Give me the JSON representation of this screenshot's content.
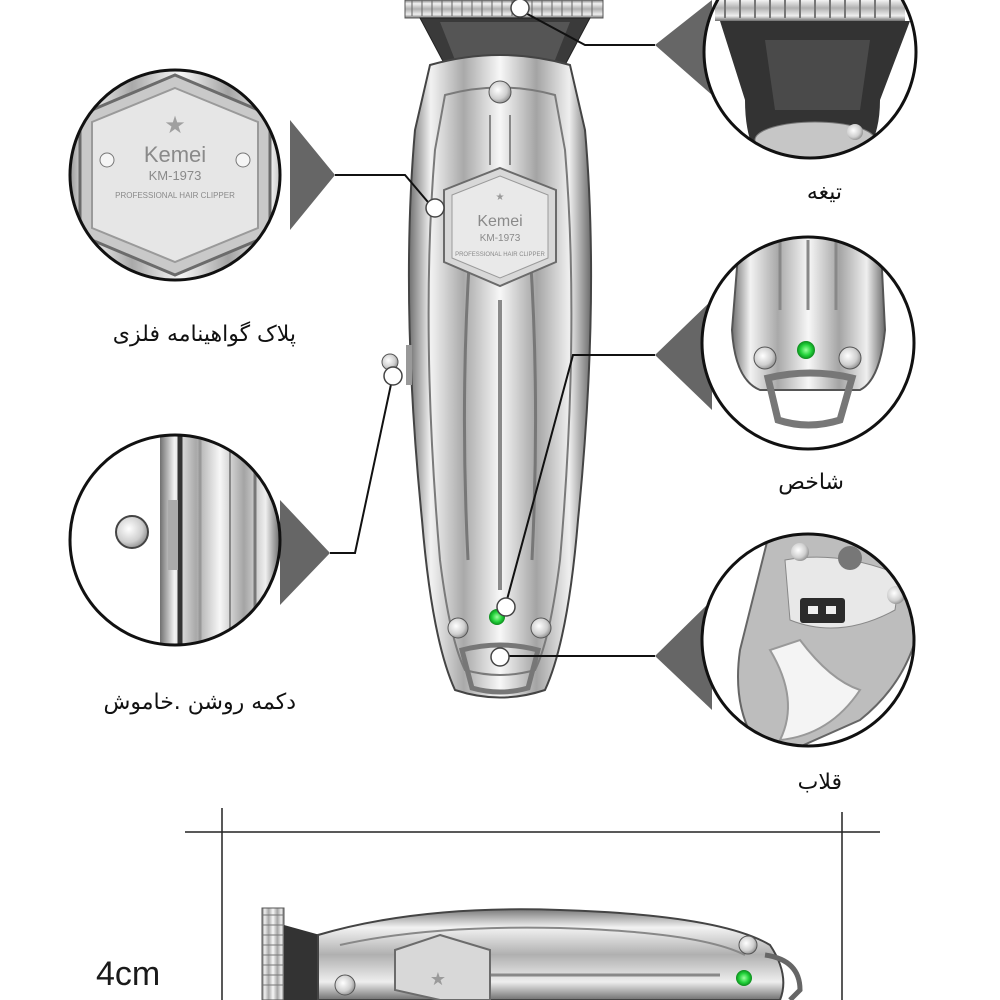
{
  "product": {
    "brand": "Kemei",
    "model": "KM-1973",
    "subtitle": "PROFESSIONAL HAIR CLIPPER"
  },
  "callouts": {
    "blade": "تیغه",
    "nameplate": "پلاک گواهینامه فلزی",
    "indicator": "شاخص",
    "power_button": "دکمه روشن .خاموش",
    "hook": "قلاب"
  },
  "dimensions": {
    "width_label": "4cm"
  },
  "colors": {
    "led": "#22d23a",
    "metal": "#c9c9c9",
    "line": "#111111"
  }
}
